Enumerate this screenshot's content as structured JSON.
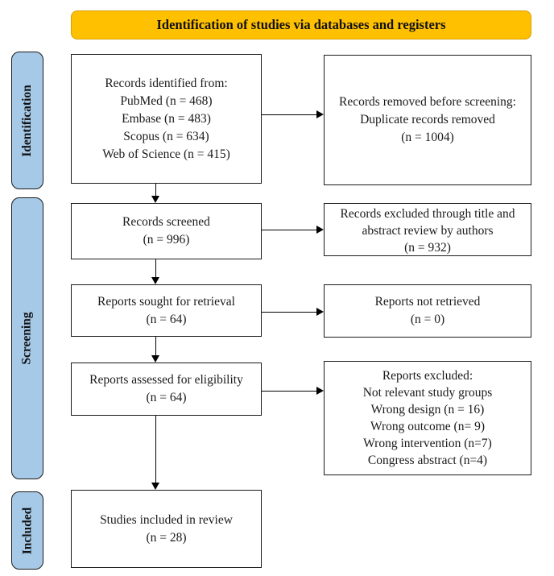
{
  "banner": {
    "title": "Identification of studies via databases and registers"
  },
  "stages": {
    "identification": "Identification",
    "screening": "Screening",
    "included": "Included"
  },
  "boxes": {
    "records_identified": {
      "line1": "Records identified from:",
      "line2": "PubMed (n = 468)",
      "line3": "Embase (n = 483)",
      "line4": "Scopus (n = 634)",
      "line5": "Web of Science (n = 415)"
    },
    "records_removed": {
      "line1": "Records removed before screening:",
      "line2": "Duplicate records removed",
      "line3": "(n = 1004)"
    },
    "records_screened": {
      "line1": "Records screened",
      "line2": "(n = 996)"
    },
    "records_excluded": {
      "line1": "Records excluded through title and",
      "line2": "abstract review by authors",
      "line3": "(n = 932)"
    },
    "reports_sought": {
      "line1": "Reports sought for retrieval",
      "line2": "(n = 64)"
    },
    "reports_not_retrieved": {
      "line1": "Reports not retrieved",
      "line2": "(n = 0)"
    },
    "reports_assessed": {
      "line1": "Reports assessed for eligibility",
      "line2": "(n = 64)"
    },
    "reports_excluded": {
      "line1": "Reports excluded:",
      "line2": "Not relevant study groups",
      "line3": "Wrong design (n = 16)",
      "line4": "Wrong outcome (n= 9)",
      "line5": "Wrong intervention (n=7)",
      "line6": "Congress abstract (n=4)"
    },
    "studies_included": {
      "line1": "Studies included in review",
      "line2": "(n = 28)"
    }
  },
  "colors": {
    "banner_bg": "#FFC000",
    "banner_border": "#D99E00",
    "stage_bg": "#A6C9E8",
    "box_border": "#1A1A1A"
  }
}
